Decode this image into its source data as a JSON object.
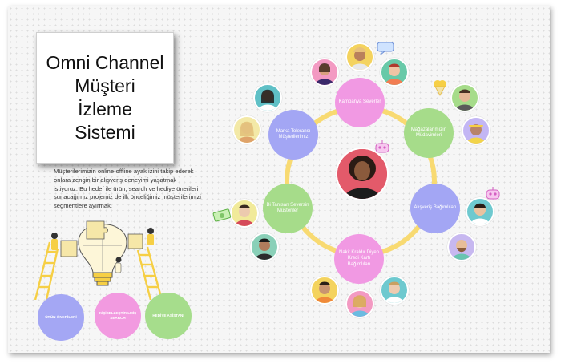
{
  "title": {
    "line1": "Omni Channel",
    "line2": "Müşteri",
    "line3": "İzleme",
    "line4": "Sistemi"
  },
  "description": "Müşterilerimizin online-offline ayak izini takip ederek onlara zengin bir alışveriş deneyimi yaşatmak istiyoruz. Bu hedef ile ürün, search ve hediye önerileri sunacağımız projemiz de ilk önceliğimiz müşterilerimizi segmentiere ayırmak.",
  "features": [
    {
      "label": "ÜRÜN ÖNERİLERİ",
      "color": "#a4a7f4"
    },
    {
      "label": "KİŞİSELLEŞTİRİLMİŞ SEARCH",
      "color": "#f29ae0"
    },
    {
      "label": "HEDİYE ASİSTANI",
      "color": "#a6dd8c"
    }
  ],
  "segments": [
    {
      "label": "Kampanya Severler",
      "color": "#f199e3"
    },
    {
      "label": "Mağazalarımızın Müdavimleri",
      "color": "#a6dc8a"
    },
    {
      "label": "Alışveriş Bağımlıları",
      "color": "#a3a6f4"
    },
    {
      "label": "Nakit Kraldır Diyen Kredi Kartı Bağımlıları",
      "color": "#f199e3"
    },
    {
      "label": "Bi Tanısan Seversin Müşteriler",
      "color": "#a6dc8a"
    },
    {
      "label": "Marka Toleransı Müşterilerimiz",
      "color": "#a3a6f4"
    }
  ],
  "colors": {
    "ring": "#f8da72",
    "accent_pink": "#f199e3",
    "accent_green": "#a6dc8a",
    "accent_purple": "#a3a6f4",
    "bulb_yellow": "#f6cf45"
  },
  "icons": [
    "lightbulb-puzzle-illustration",
    "chat-bubble-icon",
    "ice-cream-icon",
    "robot-icon",
    "money-icon",
    "person-avatar-icon"
  ]
}
